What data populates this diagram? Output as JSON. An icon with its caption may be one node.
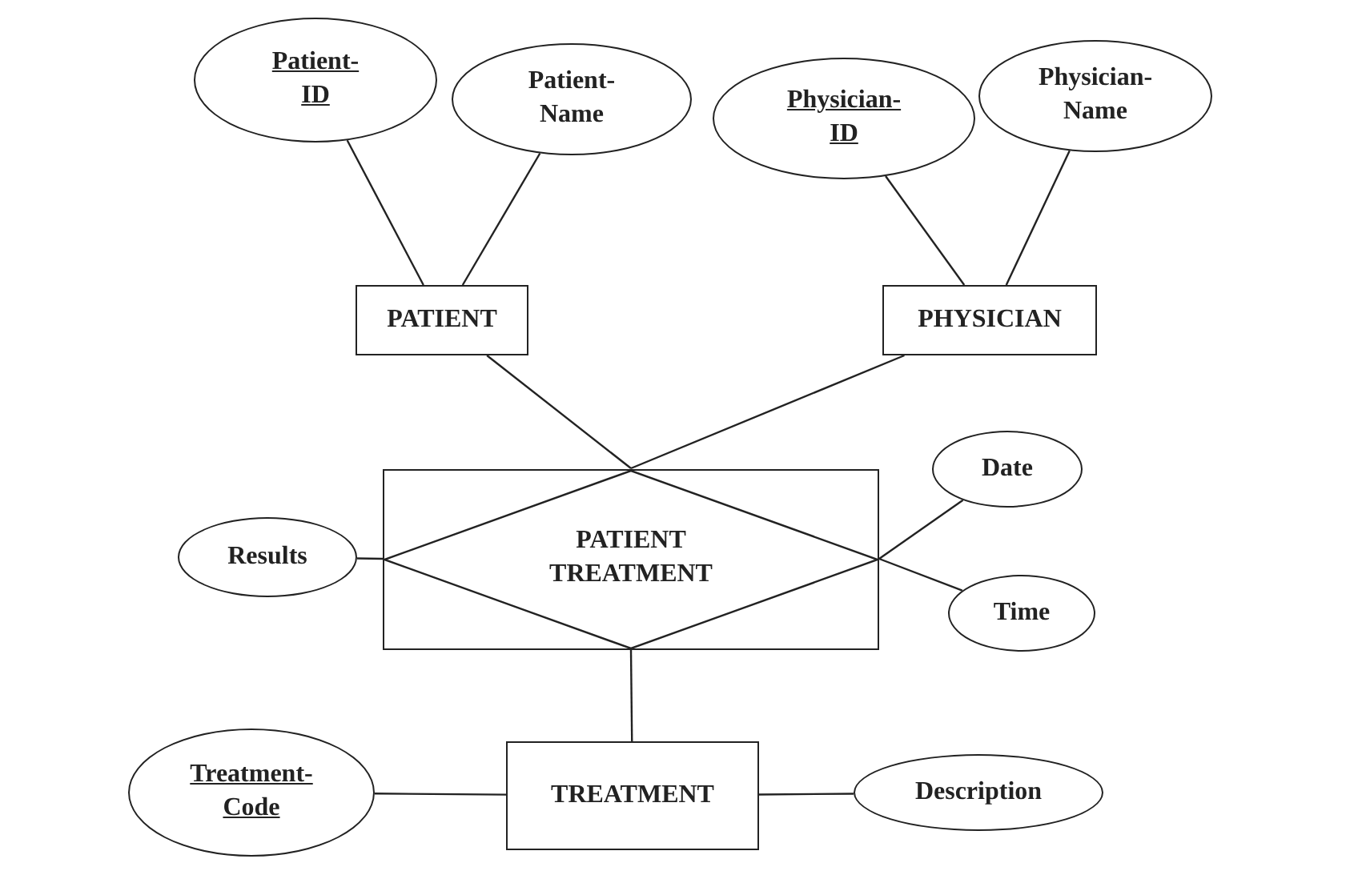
{
  "diagram": {
    "nodes": [
      {
        "text": [
          "Patient-ID"
        ]
      },
      {
        "text": [
          "Patient-Name"
        ]
      },
      {
        "text": [
          "Physician-ID"
        ]
      },
      {
        "text": [
          "Physician-Name"
        ]
      },
      {
        "text": [
          "PATIENT"
        ]
      },
      {
        "text": [
          "PHYSICIAN"
        ]
      },
      {
        "text": [
          "PATIENT TREATMENT"
        ]
      },
      {
        "text": [
          "Results"
        ]
      },
      {
        "text": [
          "Date"
        ]
      },
      {
        "text": [
          "Time"
        ]
      },
      {
        "text": [
          "Treatment-Code"
        ]
      },
      {
        "text": [
          "TREATMENT"
        ]
      },
      {
        "text": [
          "Description"
        ]
      }
    ],
    "edges": [
      {
        "from": 0,
        "to": 4,
        "arrow": "none"
      },
      {
        "from": 1,
        "to": 4,
        "arrow": "none"
      },
      {
        "from": 2,
        "to": 5,
        "arrow": "none"
      },
      {
        "from": 3,
        "to": 5,
        "arrow": "none"
      },
      {
        "from": 4,
        "to": 6,
        "arrow": "none"
      },
      {
        "from": 5,
        "to": 6,
        "arrow": "none"
      },
      {
        "from": 7,
        "to": 6,
        "arrow": "none"
      },
      {
        "from": 8,
        "to": 6,
        "arrow": "none"
      },
      {
        "from": 9,
        "to": 6,
        "arrow": "none"
      },
      {
        "from": 6,
        "to": 11,
        "arrow": "none"
      },
      {
        "from": 10,
        "to": 11,
        "arrow": "none"
      },
      {
        "from": 11,
        "to": 12,
        "arrow": "none"
      }
    ]
  }
}
